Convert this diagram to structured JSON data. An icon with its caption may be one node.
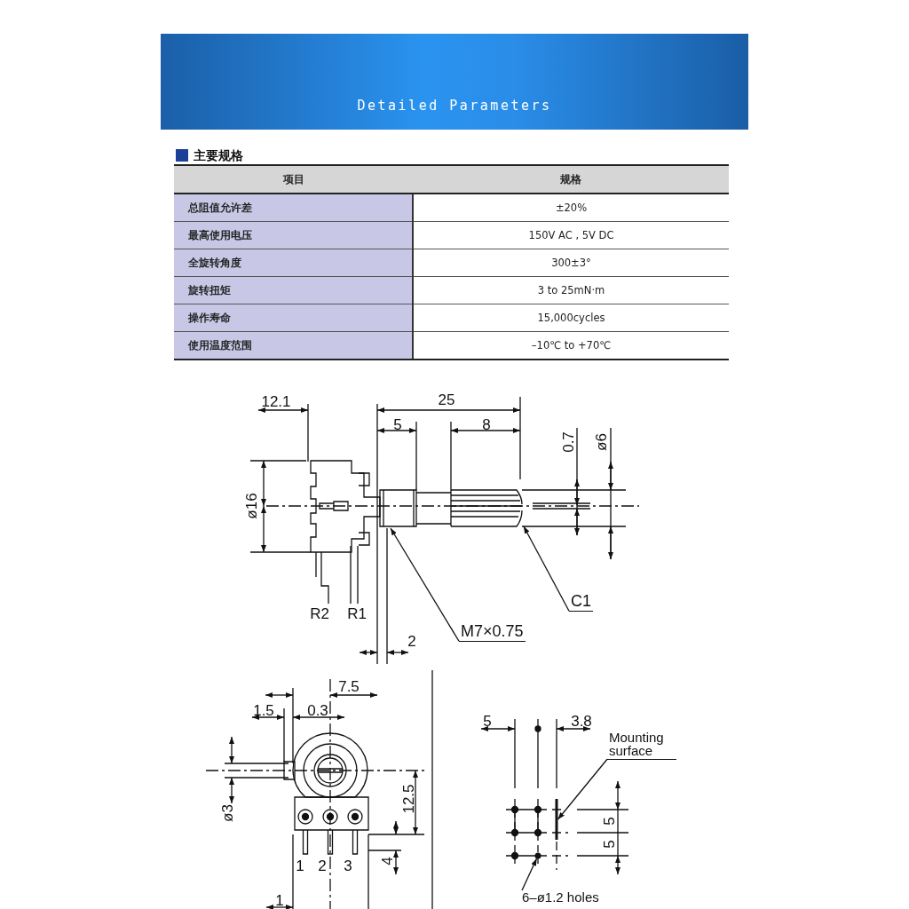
{
  "diagram": {
    "title": "Detailed Parameters",
    "nodes": [
      {
        "text": [
          "M7×0.75"
        ]
      },
      {
        "text": [
          "C1"
        ]
      },
      {
        "text": [
          "Mounting surface"
        ]
      },
      {
        "text": [
          "6–ø1.2 holes"
        ]
      },
      {
        "text": [],
        "shape": "bar"
      },
      {
        "text": [],
        "shape": "circle"
      }
    ],
    "edges": [
      {
        "from": 0,
        "to": null,
        "arrow": "to"
      },
      {
        "from": 1,
        "to": null,
        "arrow": "to"
      },
      {
        "from": 2,
        "to": 4,
        "arrow": "to"
      },
      {
        "from": 3,
        "to": 5,
        "arrow": "to"
      }
    ],
    "labels": [
      "主要规格",
      "项目",
      "规格",
      "总阻值允许差",
      "±20%",
      "最高使用电压",
      "150V AC , 5V DC",
      "全旋转角度",
      "300±3°",
      "旋转扭矩",
      "3 to 25mN·m",
      "操作寿命",
      "15,000cycles",
      "使用温度范围",
      "–10℃ to +70℃",
      "12.1",
      "25",
      "5",
      "8",
      "0.7",
      "ø6",
      "ø16",
      "R2",
      "R1",
      "2",
      "7.5",
      "1.5",
      "0.3",
      "ø3",
      "12.5",
      "1",
      "2",
      "3",
      "4",
      "1",
      "5",
      "3.8",
      "5",
      "5"
    ]
  }
}
